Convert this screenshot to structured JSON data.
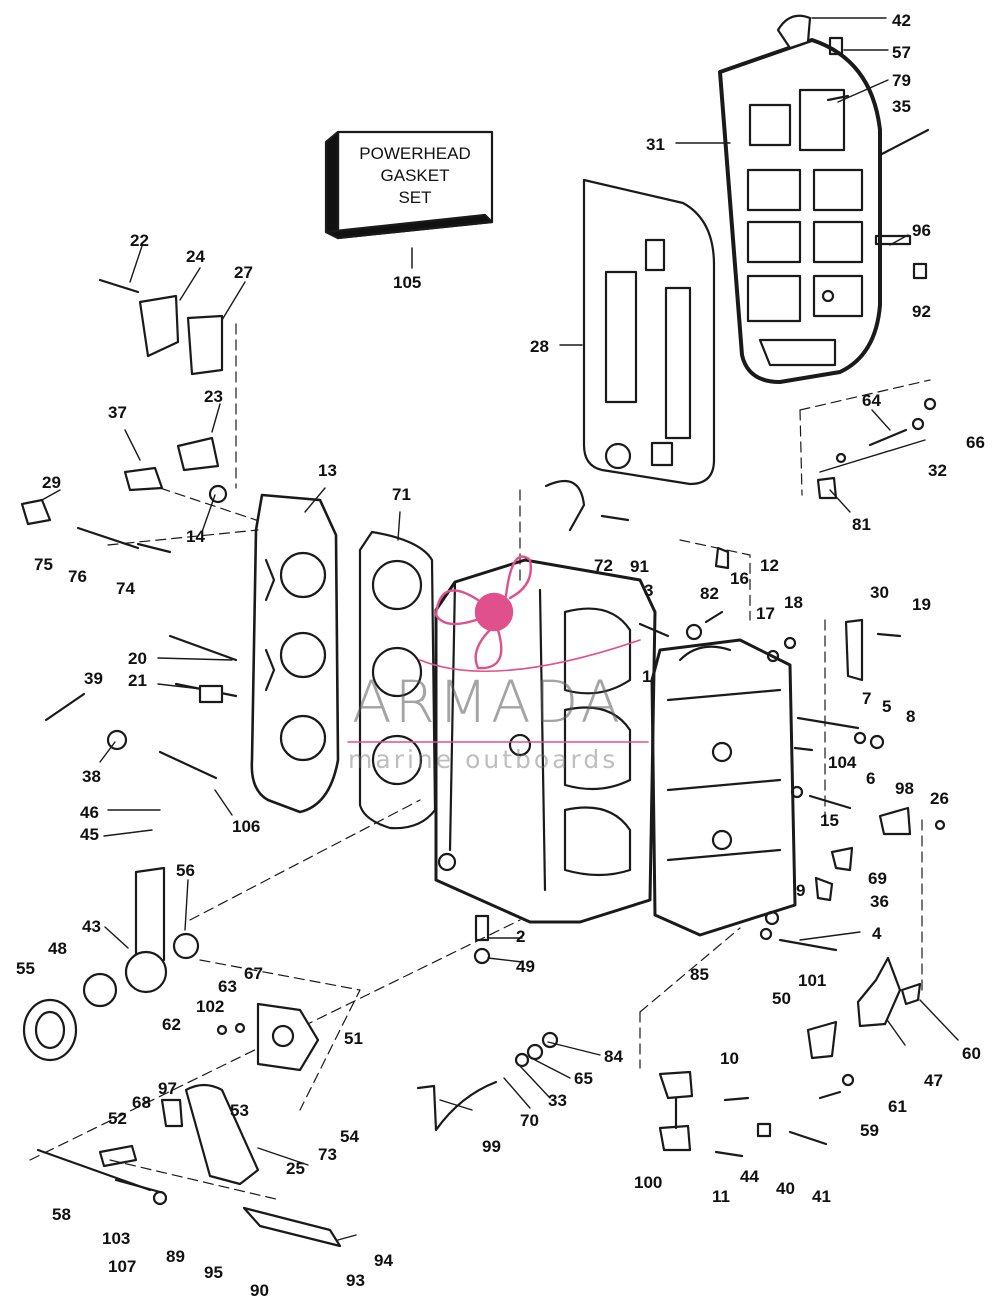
{
  "kit_box": {
    "lines": [
      "POWERHEAD",
      "GASKET",
      "SET"
    ],
    "part": "105"
  },
  "watermark": {
    "brand": "ARMADA",
    "tagline": "marine outboards",
    "accent_color": "#e0508c"
  },
  "callouts": [
    "42",
    "57",
    "79",
    "35",
    "31",
    "96",
    "92",
    "28",
    "64",
    "66",
    "32",
    "81",
    "22",
    "24",
    "27",
    "23",
    "37",
    "13",
    "14",
    "29",
    "75",
    "76",
    "74",
    "71",
    "72",
    "91",
    "12",
    "82",
    "16",
    "3",
    "17",
    "18",
    "30",
    "19",
    "20",
    "21",
    "39",
    "38",
    "1",
    "7",
    "5",
    "8",
    "104",
    "106",
    "46",
    "45",
    "56",
    "43",
    "48",
    "55",
    "6",
    "98",
    "26",
    "15",
    "69",
    "9",
    "36",
    "4",
    "67",
    "63",
    "102",
    "62",
    "51",
    "101",
    "50",
    "60",
    "85",
    "97",
    "68",
    "52",
    "53",
    "54",
    "73",
    "47",
    "84",
    "65",
    "33",
    "70",
    "99",
    "10",
    "61",
    "59",
    "25",
    "100",
    "11",
    "44",
    "40",
    "41",
    "58",
    "103",
    "107",
    "89",
    "95",
    "90",
    "94",
    "93",
    "49",
    "2"
  ]
}
